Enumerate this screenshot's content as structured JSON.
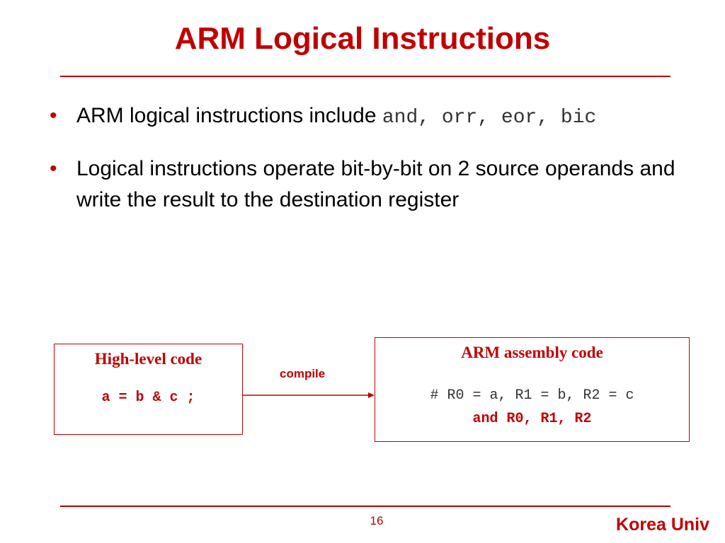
{
  "slide": {
    "title": "ARM Logical Instructions",
    "bullets": [
      {
        "text": "ARM logical instructions include ",
        "code": "and, orr, eor, bic"
      },
      {
        "text": "Logical instructions operate bit-by-bit on 2 source operands and write the result to the destination register"
      }
    ],
    "high_level": {
      "title": "High-level code",
      "code": "a = b & c ;"
    },
    "compile_label": "compile",
    "assembly": {
      "title": "ARM assembly code",
      "comment": "# R0 = a, R1 = b, R2 = c",
      "instruction": "and R0, R1, R2"
    },
    "page_number": "16",
    "footer": "Korea Univ"
  },
  "colors": {
    "accent": "#c00000",
    "rule": "#b40000",
    "code_gray": "#333333"
  }
}
